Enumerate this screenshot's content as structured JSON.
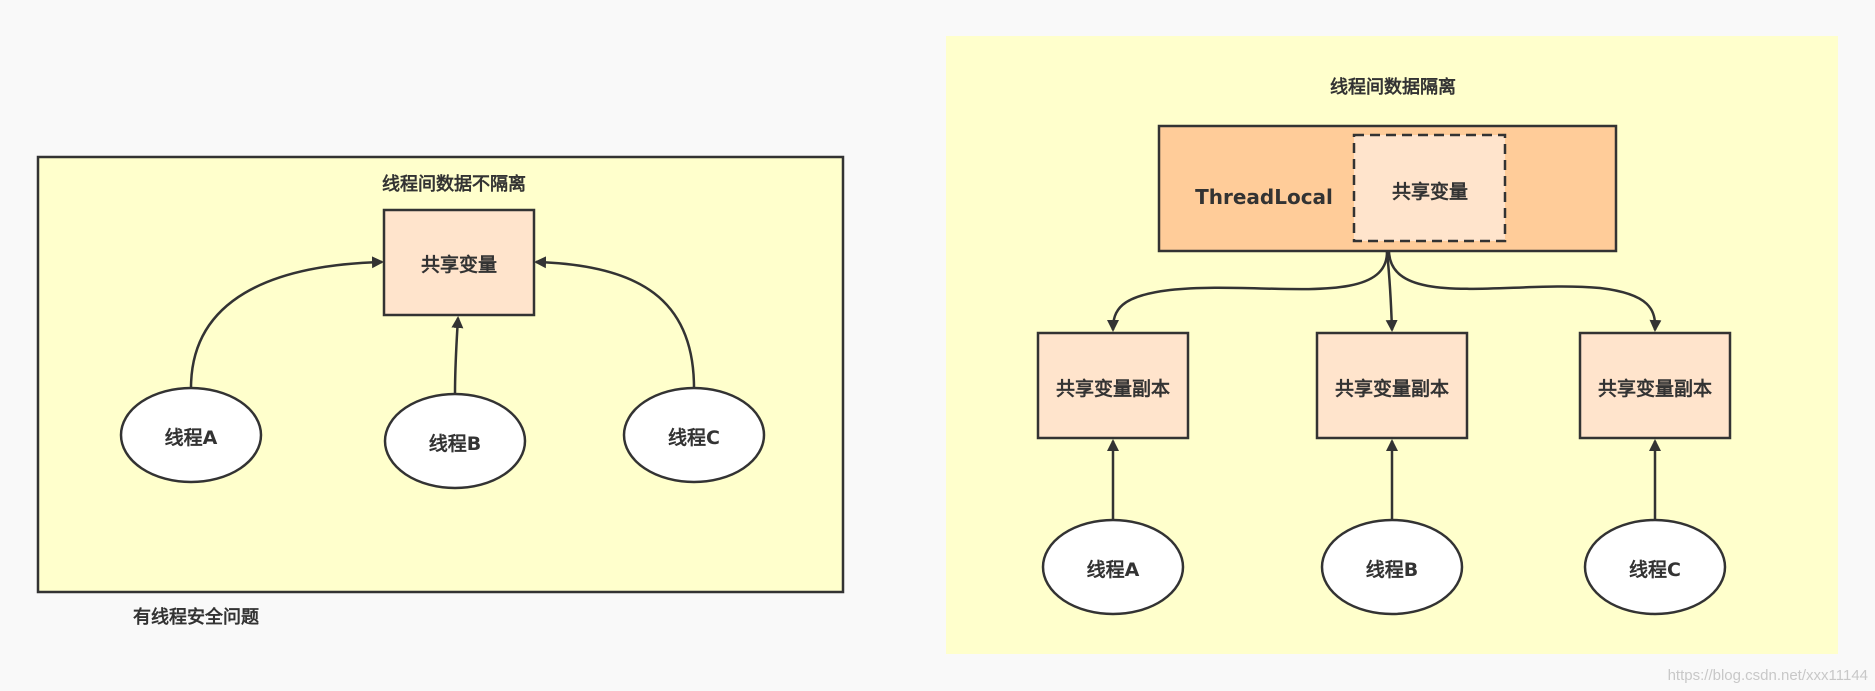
{
  "left_panel": {
    "title": "线程间数据不隔离",
    "shared_variable": "共享变量",
    "threads": [
      "线程A",
      "线程B",
      "线程C"
    ],
    "caption": "有线程安全问题"
  },
  "right_panel": {
    "title": "线程间数据隔离",
    "threadlocal_label": "ThreadLocal",
    "shared_variable": "共享变量",
    "copies": [
      "共享变量副本",
      "共享变量副本",
      "共享变量副本"
    ],
    "threads": [
      "线程A",
      "线程B",
      "线程C"
    ]
  },
  "watermark": "https://blog.csdn.net/xxx11144",
  "colors": {
    "background": "#f9f9f9",
    "panel_fill": "#ffffcc",
    "box_fill": "#ffe4cc",
    "threadlocal_fill": "#ffcc99",
    "stroke": "#333333"
  }
}
